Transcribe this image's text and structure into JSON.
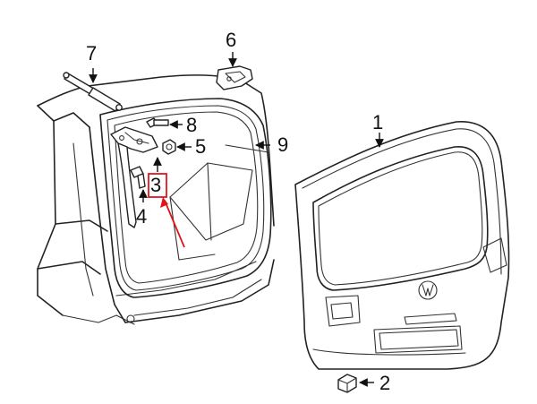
{
  "callouts": {
    "c1": "1",
    "c2": "2",
    "c3": "3",
    "c4": "4",
    "c5": "5",
    "c6": "6",
    "c7": "7",
    "c8": "8",
    "c9": "9"
  },
  "highlight": {
    "target_callout": "3",
    "color": "#e2141b"
  },
  "colors": {
    "line": "#222222",
    "background": "#ffffff"
  }
}
